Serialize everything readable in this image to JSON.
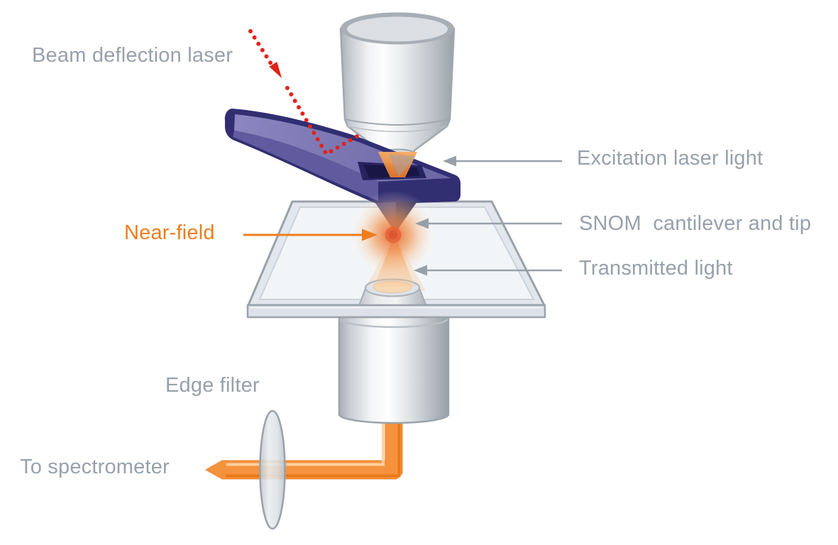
{
  "figure": {
    "labels": {
      "beam_deflection_laser": "Beam deflection laser",
      "excitation_laser_light": "Excitation laser light",
      "snom_cantilever_and_tip": "SNOM  cantilever and tip",
      "transmitted_light": "Transmitted light",
      "near_field": "Near-field",
      "edge_filter": "Edge filter",
      "to_spectrometer": "To spectrometer"
    }
  },
  "colors": {
    "label-gray": "#98a1ab",
    "accent-orange": "#ee7d1e",
    "laser-red": "#e2231a",
    "arrow-gray": "#97a0aa",
    "cantilever-purple": "#7672ae",
    "cantilever-navy": "#312e72",
    "beam-orange": "#f5923d",
    "metal-outline": "#9aa2ab",
    "glass-fill": "#e9edf2"
  }
}
